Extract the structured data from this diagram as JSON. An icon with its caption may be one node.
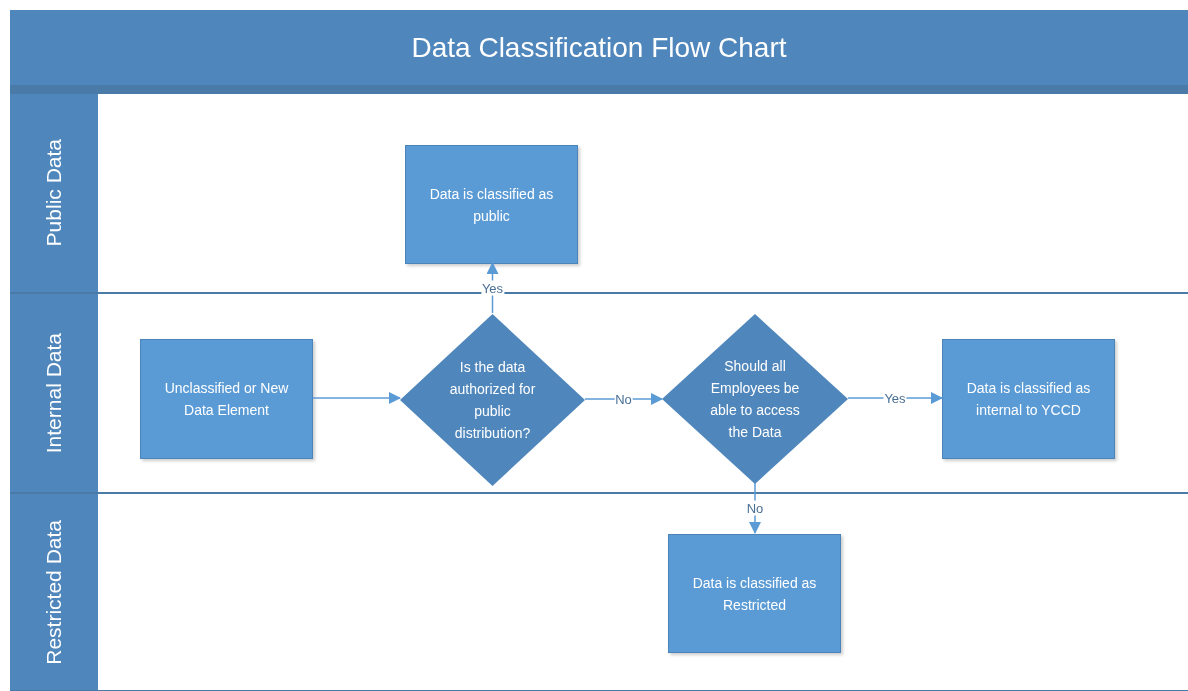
{
  "diagram": {
    "title": "Data Classification Flow Chart",
    "nodes": [
      {
        "text": [
          "Public Data"
        ]
      },
      {
        "text": [
          "Internal Data"
        ]
      },
      {
        "text": [
          "Restricted Data"
        ]
      },
      {
        "text": [
          "Data is classified as public"
        ],
        "in": 0
      },
      {
        "text": [
          "Unclassified or New Data Element"
        ],
        "in": 1
      },
      {
        "text": [
          "Is the data authorized for public distribution?"
        ],
        "in": 1
      },
      {
        "text": [
          "Should all Employees be able to access the Data"
        ],
        "in": 1
      },
      {
        "text": [
          "Data is classified as internal to YCCD"
        ],
        "in": 1
      },
      {
        "text": [
          "Data is classified as Restricted"
        ],
        "in": 2
      }
    ],
    "edges": [
      {
        "from": 4,
        "to": 5,
        "arrow": "to"
      },
      {
        "from": 5,
        "to": 3,
        "arrow": "to",
        "label": "Yes"
      },
      {
        "from": 5,
        "to": 6,
        "arrow": "to",
        "label": "No"
      },
      {
        "from": 6,
        "to": 7,
        "arrow": "to",
        "label": "Yes"
      },
      {
        "from": 6,
        "to": 8,
        "arrow": "to",
        "label": "No"
      }
    ]
  }
}
